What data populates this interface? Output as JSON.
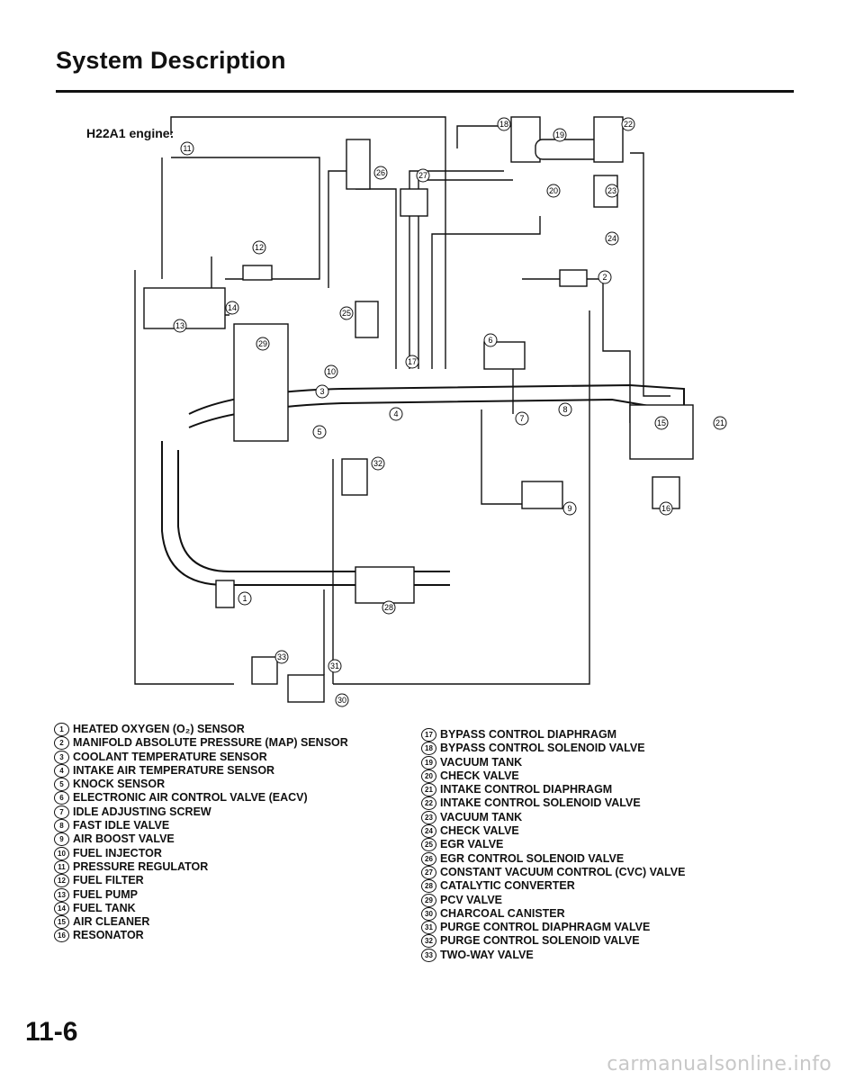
{
  "page": {
    "title": "System Description",
    "engine_label": "H22A1 engine:",
    "page_number": "11-6",
    "watermark": "carmanualsonline.info"
  },
  "legend_left": [
    {
      "num": "1",
      "text": "HEATED OXYGEN (O₂) SENSOR"
    },
    {
      "num": "2",
      "text": "MANIFOLD ABSOLUTE PRESSURE (MAP) SENSOR"
    },
    {
      "num": "3",
      "text": "COOLANT TEMPERATURE SENSOR"
    },
    {
      "num": "4",
      "text": "INTAKE AIR TEMPERATURE SENSOR"
    },
    {
      "num": "5",
      "text": "KNOCK SENSOR"
    },
    {
      "num": "6",
      "text": "ELECTRONIC AIR CONTROL VALVE (EACV)"
    },
    {
      "num": "7",
      "text": "IDLE ADJUSTING SCREW"
    },
    {
      "num": "8",
      "text": "FAST IDLE VALVE"
    },
    {
      "num": "9",
      "text": "AIR BOOST VALVE"
    },
    {
      "num": "10",
      "text": "FUEL INJECTOR"
    },
    {
      "num": "11",
      "text": "PRESSURE REGULATOR"
    },
    {
      "num": "12",
      "text": "FUEL FILTER"
    },
    {
      "num": "13",
      "text": "FUEL PUMP"
    },
    {
      "num": "14",
      "text": "FUEL TANK"
    },
    {
      "num": "15",
      "text": "AIR CLEANER"
    },
    {
      "num": "16",
      "text": "RESONATOR"
    }
  ],
  "legend_right": [
    {
      "num": "17",
      "text": "BYPASS CONTROL DIAPHRAGM"
    },
    {
      "num": "18",
      "text": "BYPASS CONTROL SOLENOID VALVE"
    },
    {
      "num": "19",
      "text": "VACUUM TANK"
    },
    {
      "num": "20",
      "text": "CHECK VALVE"
    },
    {
      "num": "21",
      "text": "INTAKE CONTROL DIAPHRAGM"
    },
    {
      "num": "22",
      "text": "INTAKE CONTROL SOLENOID VALVE"
    },
    {
      "num": "23",
      "text": "VACUUM TANK"
    },
    {
      "num": "24",
      "text": "CHECK VALVE"
    },
    {
      "num": "25",
      "text": "EGR VALVE"
    },
    {
      "num": "26",
      "text": "EGR CONTROL SOLENOID VALVE"
    },
    {
      "num": "27",
      "text": "CONSTANT VACUUM CONTROL (CVC) VALVE"
    },
    {
      "num": "28",
      "text": "CATALYTIC CONVERTER"
    },
    {
      "num": "29",
      "text": "PCV VALVE"
    },
    {
      "num": "30",
      "text": "CHARCOAL CANISTER"
    },
    {
      "num": "31",
      "text": "PURGE CONTROL DIAPHRAGM VALVE"
    },
    {
      "num": "32",
      "text": "PURGE CONTROL SOLENOID VALVE"
    },
    {
      "num": "33",
      "text": "TWO-WAY VALVE"
    }
  ],
  "callouts": [
    "1",
    "2",
    "3",
    "4",
    "5",
    "6",
    "7",
    "8",
    "9",
    "10",
    "11",
    "12",
    "13",
    "14",
    "15",
    "16",
    "17",
    "18",
    "19",
    "20",
    "21",
    "22",
    "23",
    "24",
    "25",
    "26",
    "27",
    "28",
    "29",
    "30",
    "31",
    "32",
    "33"
  ]
}
